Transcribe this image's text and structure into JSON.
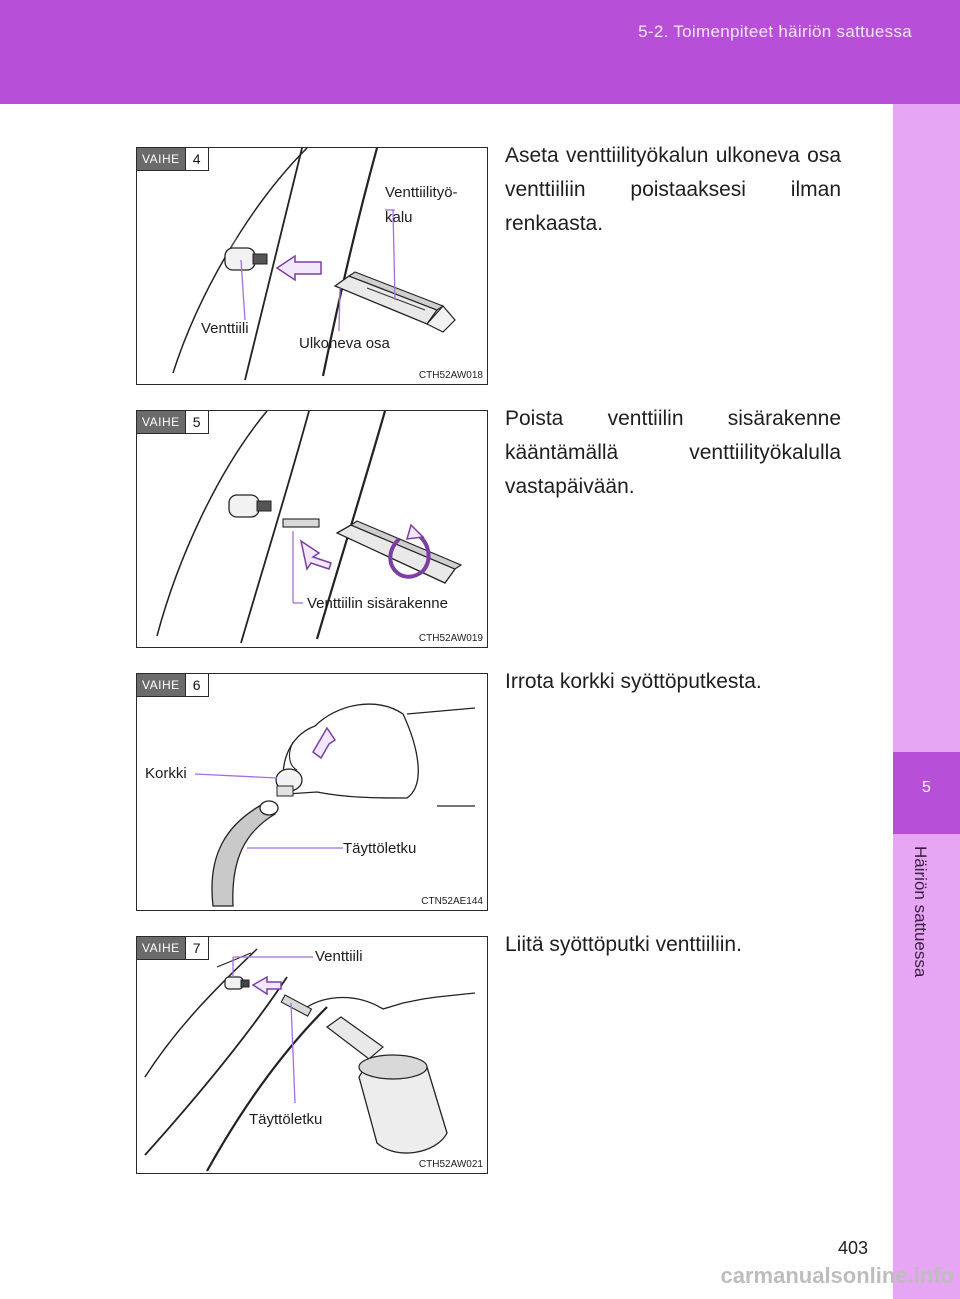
{
  "header": {
    "section_title": "5-2. Toimenpiteet häiriön sattuessa"
  },
  "side_tab": {
    "chapter_number": "5",
    "chapter_label": "Häiriön sattuessa"
  },
  "steps": [
    {
      "badge_word": "VAIHE",
      "number": "4",
      "text": "Aseta venttiilityökalun ulkoneva osa venttiiliin poistaaksesi ilman renkaasta.",
      "labels": {
        "tool_line1": "Venttiilityö-",
        "tool_line2": "kalu",
        "valve": "Venttiili",
        "protrusion": "Ulkoneva osa"
      },
      "code": "CTH52AW018"
    },
    {
      "badge_word": "VAIHE",
      "number": "5",
      "text": "Poista venttiilin sisärakenne kääntämällä venttiilityökalulla vastapäivään.",
      "labels": {
        "core": "Venttiilin sisärakenne"
      },
      "code": "CTH52AW019"
    },
    {
      "badge_word": "VAIHE",
      "number": "6",
      "text": "Irrota korkki syöttöputkesta.",
      "labels": {
        "cap": "Korkki",
        "hose": "Täyttöletku"
      },
      "code": "CTN52AE144"
    },
    {
      "badge_word": "VAIHE",
      "number": "7",
      "text": "Liitä syöttöputki venttiiliin.",
      "labels": {
        "valve": "Venttiili",
        "hose": "Täyttöletku"
      },
      "code": "CTH52AW021"
    }
  ],
  "page_number": "403",
  "watermark": "carmanualsonline.info",
  "colors": {
    "header": "#b84fd8",
    "side_tab": "#e6a6f3",
    "leader_line": "#a56ee0"
  }
}
